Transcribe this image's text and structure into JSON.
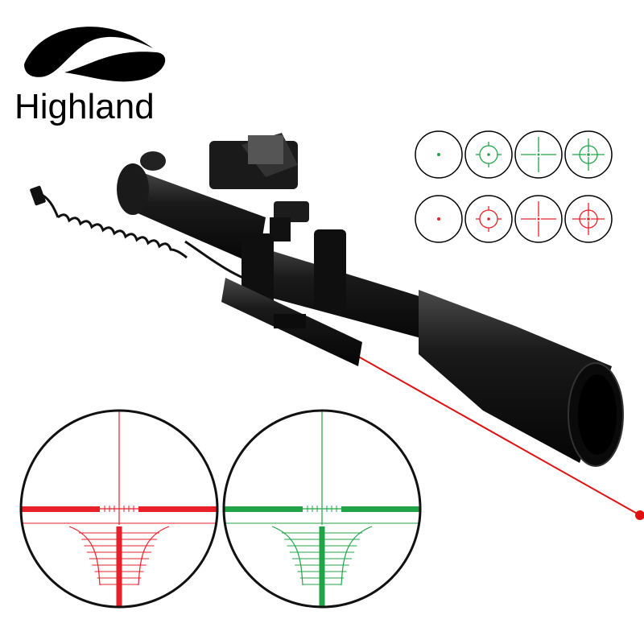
{
  "brand": {
    "name": "Highland"
  },
  "colors": {
    "red": "#e8202a",
    "green": "#21a448",
    "laser": "#e01010",
    "scope_body": "#121212",
    "scope_highlight": "#3a3a3a"
  },
  "reticle_options": {
    "rows": [
      {
        "color": "green",
        "styles": [
          "dot",
          "circle-dot",
          "crosshair",
          "circle-crosshair"
        ]
      },
      {
        "color": "red",
        "styles": [
          "dot",
          "circle-dot",
          "crosshair",
          "circle-crosshair"
        ]
      }
    ]
  },
  "reticle_views": [
    {
      "color": "red",
      "style": "mil-dot-rangefinder"
    },
    {
      "color": "green",
      "style": "mil-dot-rangefinder"
    }
  ],
  "product": {
    "main": "rifle-scope",
    "accessories": [
      "red-dot-sight",
      "laser-sight",
      "pressure-switch",
      "mount-rings"
    ]
  }
}
